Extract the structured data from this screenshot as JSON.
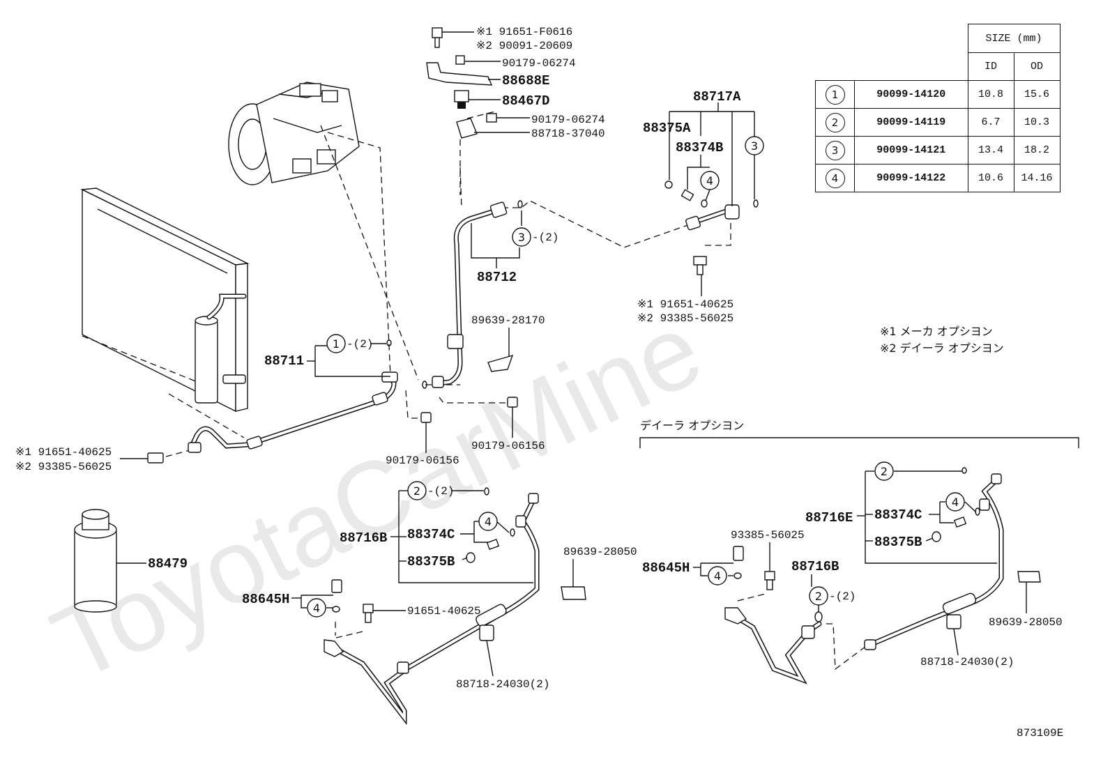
{
  "watermark": "ToyotaCarMine",
  "figure_id": "873109E",
  "table": {
    "header": "SIZE (mm)",
    "col_id": "ID",
    "col_od": "OD",
    "rows": [
      {
        "ref": "1",
        "part": "90099-14120",
        "id": "10.8",
        "od": "15.6"
      },
      {
        "ref": "2",
        "part": "90099-14119",
        "id": "6.7",
        "od": "10.3"
      },
      {
        "ref": "3",
        "part": "90099-14121",
        "id": "13.4",
        "od": "18.2"
      },
      {
        "ref": "4",
        "part": "90099-14122",
        "id": "10.6",
        "od": "14.16"
      }
    ]
  },
  "notes": {
    "note1": "※1 メーカ オプシヨン",
    "note2": "※2 デイーラ オプシヨン",
    "dealer_option": "デイーラ オプシヨン"
  },
  "labels": {
    "l_91651_F0616": "※1 91651-F0616",
    "l_90091_20609": "※2 90091-20609",
    "l_90179_06274_a": "90179-06274",
    "l_88688E": "88688E",
    "l_88467D": "88467D",
    "l_90179_06274_b": "90179-06274",
    "l_88718_37040": "88718-37040",
    "l_88717A": "88717A",
    "l_88375A": "88375A",
    "l_88374B": "88374B",
    "l_88712": "88712",
    "l_3_2": "-(2)",
    "l_91651_40625_top": "※1 91651-40625",
    "l_93385_56025_top": "※2 93385-56025",
    "l_89639_28170": "89639-28170",
    "l_88711": "88711",
    "l_1_2": "-(2)",
    "l_90179_06156_r": "90179-06156",
    "l_90179_06156_l": "90179-06156",
    "l_91651_40625_left": "※1 91651-40625",
    "l_93385_56025_left": "※2 93385-56025",
    "l_88479": "88479",
    "l_2_2_mid": "-(2)",
    "l_88716B_mid": "88716B",
    "l_88374C_mid": "88374C",
    "l_88375B_mid": "88375B",
    "l_89639_28050_mid": "89639-28050",
    "l_88645H_mid": "88645H",
    "l_91651_40625_mid": "91651-40625",
    "l_88718_24030_mid": "88718-24030(2)",
    "l_88716E": "88716E",
    "l_88374C_r": "88374C",
    "l_88375B_r": "88375B",
    "l_93385_56025_r": "93385-56025",
    "l_88645H_r": "88645H",
    "l_88716B_r": "88716B",
    "l_2_2_r": "-(2)",
    "l_89639_28050_r": "89639-28050",
    "l_88718_24030_r": "88718-24030(2)"
  },
  "callouts": {
    "c1": "1",
    "c2": "2",
    "c3": "3",
    "c4": "4"
  }
}
